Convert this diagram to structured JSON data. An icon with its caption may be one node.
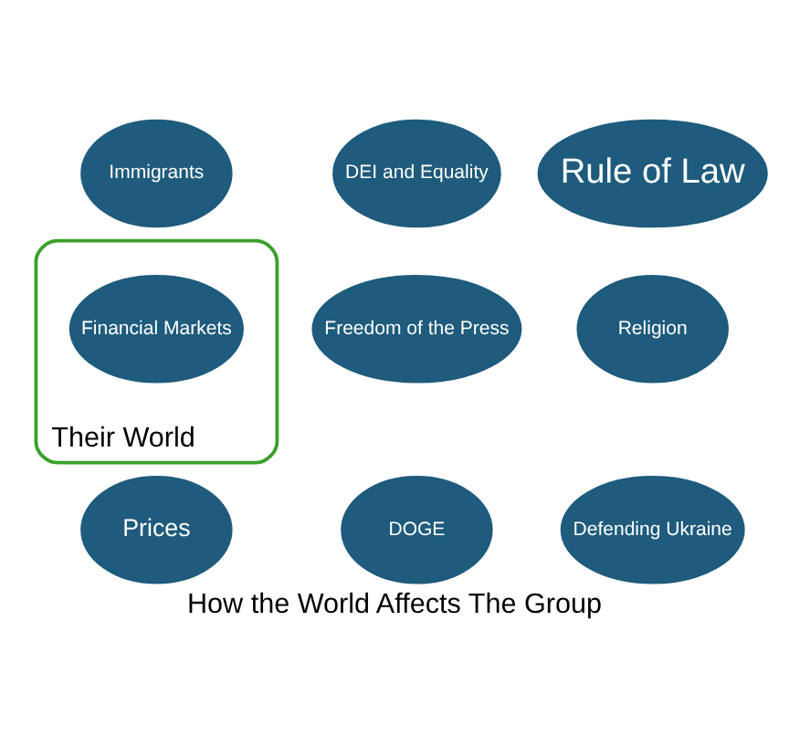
{
  "diagram": {
    "caption": "How the World Affects The Group",
    "nodes": [
      {
        "text": [
          "Immigrants"
        ]
      },
      {
        "text": [
          "DEI and Equality"
        ]
      },
      {
        "text": [
          "Rule of Law"
        ]
      },
      {
        "text": [
          "Freedom of the Press"
        ]
      },
      {
        "text": [
          "Religion"
        ]
      },
      {
        "text": [
          "Their World"
        ]
      },
      {
        "text": [
          "Financial Markets"
        ],
        "in": 5
      },
      {
        "text": [
          "Defending Ukraine"
        ]
      },
      {
        "text": [
          "Prices"
        ]
      },
      {
        "text": [
          "DOGE"
        ]
      }
    ],
    "edges": []
  }
}
